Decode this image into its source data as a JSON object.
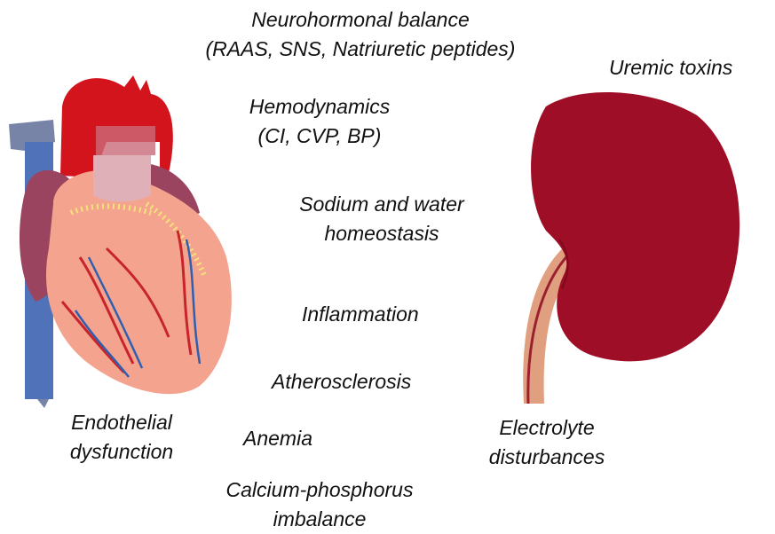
{
  "labels": {
    "neuro_line1": "Neurohormonal balance",
    "neuro_line2": "(RAAS, SNS, Natriuretic peptides)",
    "hemo_line1": "Hemodynamics",
    "hemo_line2": "(CI, CVP, BP)",
    "sodium_line1": "Sodium and water",
    "sodium_line2": "homeostasis",
    "inflammation": "Inflammation",
    "atherosclerosis": "Atherosclerosis",
    "anemia": "Anemia",
    "calcium_line1": "Calcium-phosphorus",
    "calcium_line2": "imbalance",
    "endothelial_line1": "Endothelial",
    "endothelial_line2": "dysfunction",
    "uremic": "Uremic toxins",
    "electrolyte_line1": "Electrolyte",
    "electrolyte_line2": "disturbances"
  },
  "colors": {
    "aorta": "#d4141c",
    "heart_body": "#f4a48e",
    "heart_shadow": "#e07a68",
    "atrium": "#9a4460",
    "vena_cava": "#4f72b8",
    "artery": "#c8242c",
    "vein": "#2f5fb0",
    "fat": "#f6e27a",
    "kidney": "#9e0e26",
    "ureter": "#e0a080"
  },
  "icons": {
    "heart": "heart-illustration",
    "kidney": "kidney-illustration"
  }
}
